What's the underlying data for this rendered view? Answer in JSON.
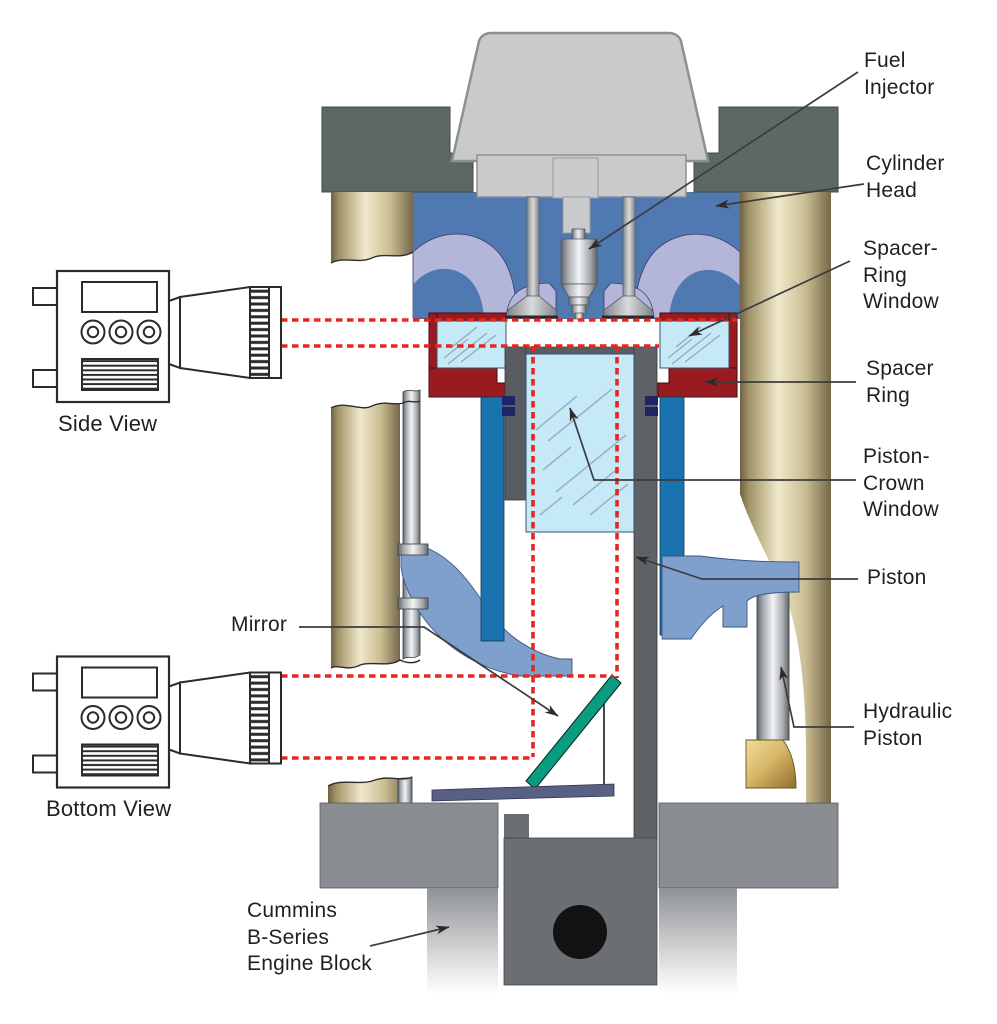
{
  "labels": {
    "fuel_injector": "Fuel\nInjector",
    "cylinder_head": "Cylinder\nHead",
    "spacer_ring_window": "Spacer-\nRing\nWindow",
    "spacer_ring": "Spacer\nRing",
    "piston_crown_window": "Piston-\nCrown\nWindow",
    "piston": "Piston",
    "hydraulic_piston": "Hydraulic\nPiston",
    "mirror": "Mirror",
    "side_view": "Side View",
    "bottom_view": "Bottom View",
    "engine_block": "Cummins\nB-Series\nEngine Block"
  },
  "colors": {
    "beam_red": "#e8261d",
    "spacer_ring_maroon": "#9a1b1f",
    "window_glass_blue": "#c6e9f8",
    "cylinder_head_blue": "#4f79b0",
    "port_lavender": "#b4b6d9",
    "piston_wall_blue": "#1a73ae",
    "ring_navy": "#1e2466",
    "bracket_blue": "#7fa0cc",
    "mirror_teal": "#0a9c80",
    "mirror_base_slate": "#5a5f84",
    "crown_gray": "#595d61",
    "block_gray": "#8a8e92",
    "block_center_gray": "#6b6f73",
    "slab_gray": "#5d6866",
    "cover_gray": "#c9cacc"
  }
}
